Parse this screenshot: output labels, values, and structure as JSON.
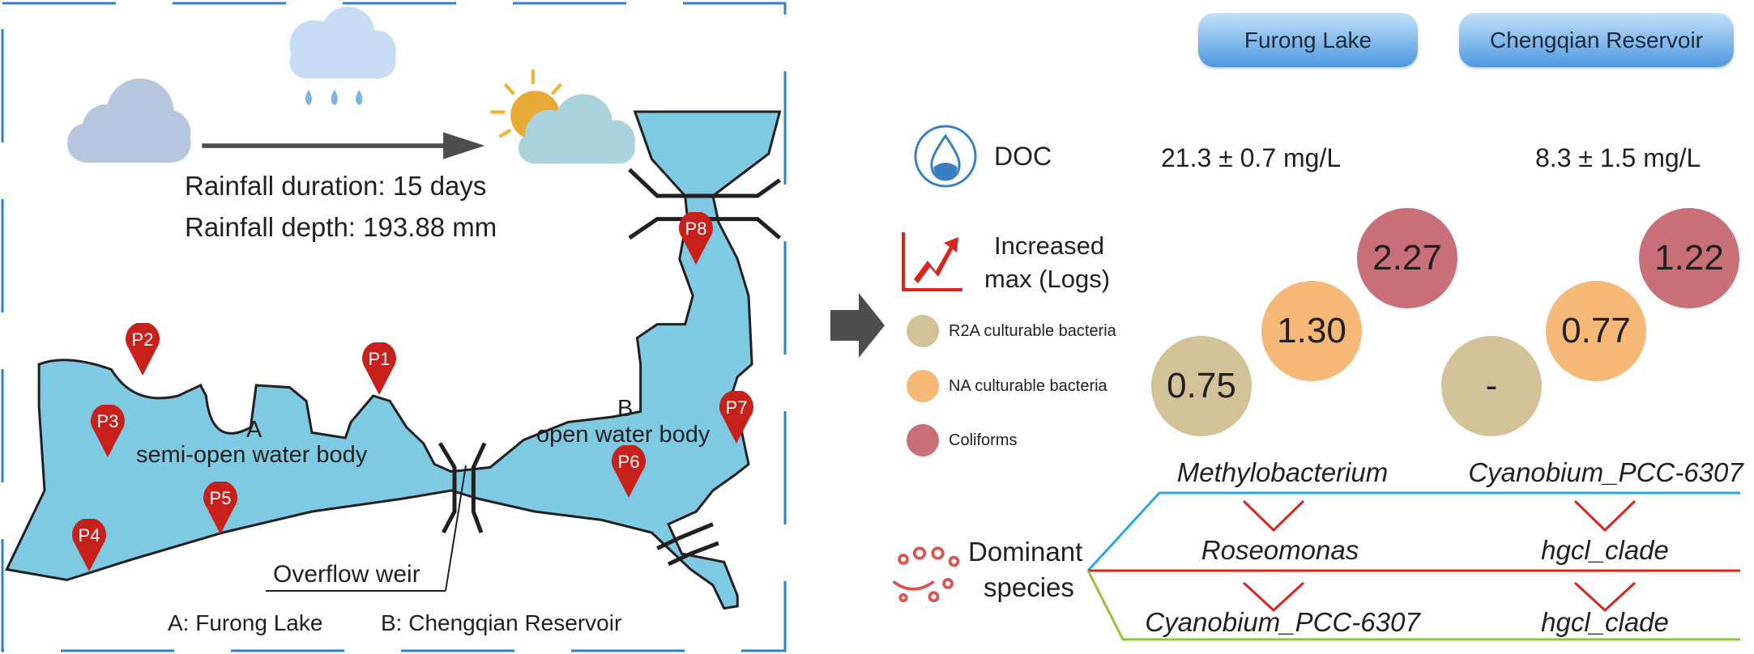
{
  "rainfall": {
    "duration": "Rainfall duration: 15 days",
    "depth": "Rainfall depth: 193.88 mm"
  },
  "map": {
    "area_a_letter": "A",
    "area_a_name": "semi-open water body",
    "area_b_letter": "B",
    "area_b_name": "open water body",
    "overflow_weir": "Overflow weir",
    "sites": [
      "P1",
      "P2",
      "P3",
      "P4",
      "P5",
      "P6",
      "P7",
      "P8"
    ],
    "legend_a": "A: Furong Lake",
    "legend_b": "B: Chengqian Reservoir"
  },
  "columns": [
    "Furong Lake",
    "Chengqian Reservoir"
  ],
  "doc": {
    "label": "DOC",
    "values": [
      "21.3 ± 0.7 mg/L",
      "8.3 ± 1.5 mg/L"
    ]
  },
  "increase": {
    "label_line1": "Increased",
    "label_line2": "max (Logs)",
    "legend": [
      "R2A culturable bacteria",
      "NA culturable bacteria",
      "Coliforms"
    ],
    "colors": [
      "#d3c197",
      "#f5b877",
      "#c96f78"
    ],
    "furong": [
      "0.75",
      "1.30",
      "2.27"
    ],
    "chengqian": [
      "-",
      "0.77",
      "1.22"
    ]
  },
  "dominant": {
    "label_line1": "Dominant",
    "label_line2": "species",
    "furong": [
      "Methylobacterium",
      "Roseomonas",
      "Cyanobium_PCC-6307"
    ],
    "chengqian": [
      "Cyanobium_PCC-6307",
      "hgcl_clade",
      "hgcl_clade"
    ],
    "line_colors": [
      "#2aa7e0",
      "#d9261c",
      "#8cc63f"
    ]
  }
}
